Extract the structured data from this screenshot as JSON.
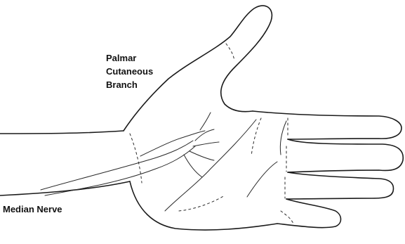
{
  "labels": {
    "palmar_line1": "Palmar",
    "palmar_line2": "Cutaneous",
    "palmar_line3": "Branch",
    "median_nerve": "Median Nerve"
  },
  "colors": {
    "line": "#1a1a1a",
    "background": "#ffffff"
  }
}
